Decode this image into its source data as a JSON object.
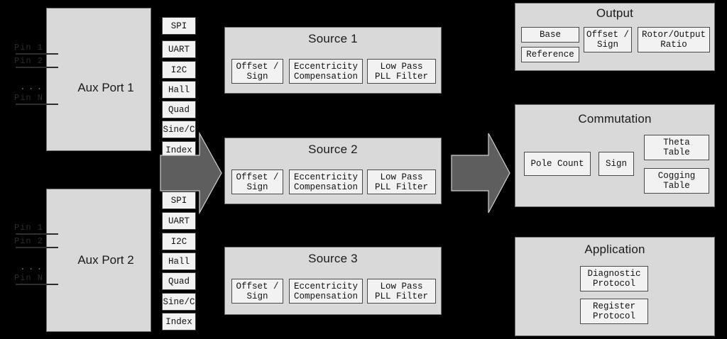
{
  "diagram": {
    "title": "Encoder signal chain block diagram",
    "colors": {
      "background": "#000000",
      "panel_fill": "#d9d9d9",
      "panel_border": "#6e6e6e",
      "box_fill": "#f2f2f2",
      "box_border": "#4a4a4a",
      "arrow_fill": "#5e5e5e"
    }
  },
  "aux_ports": [
    {
      "name": "Aux Port 1",
      "pins": [
        "Pin 1",
        "Pin 2",
        "Pin N"
      ],
      "pin_ellipsis": "...",
      "protocols": [
        "SPI",
        "UART",
        "I2C",
        "Hall",
        "Quad",
        "Sine/C",
        "Index"
      ]
    },
    {
      "name": "Aux Port 2",
      "pins": [
        "Pin 1",
        "Pin 2",
        "Pin N"
      ],
      "pin_ellipsis": "...",
      "protocols": [
        "SPI",
        "UART",
        "I2C",
        "Hall",
        "Quad",
        "Sine/C",
        "Index"
      ]
    }
  ],
  "sources": [
    {
      "title": "Source 1",
      "blocks": [
        "Offset /\nSign",
        "Eccentricity\nCompensation",
        "Low Pass\nPLL Filter"
      ]
    },
    {
      "title": "Source 2",
      "blocks": [
        "Offset /\nSign",
        "Eccentricity\nCompensation",
        "Low Pass\nPLL Filter"
      ]
    },
    {
      "title": "Source 3",
      "blocks": [
        "Offset /\nSign",
        "Eccentricity\nCompensation",
        "Low Pass\nPLL Filter"
      ]
    }
  ],
  "output": {
    "title": "Output",
    "base": "Base",
    "reference": "Reference",
    "offset_sign": "Offset /\nSign",
    "rotor_ratio": "Rotor/Output\nRatio"
  },
  "commutation": {
    "title": "Commutation",
    "pole_count": "Pole Count",
    "sign": "Sign",
    "theta_table": "Theta\nTable",
    "cogging_table": "Cogging\nTable"
  },
  "application": {
    "title": "Application",
    "diagnostic_protocol": "Diagnostic\nProtocol",
    "register_protocol": "Register\nProtocol"
  },
  "arrows": [
    {
      "name": "aux-to-source-arrow",
      "glyph": "right-arrow"
    },
    {
      "name": "source-to-consumer-arrow",
      "glyph": "right-arrow"
    }
  ]
}
